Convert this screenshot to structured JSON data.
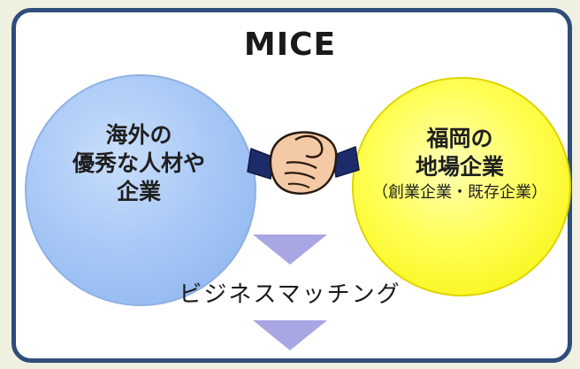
{
  "title": "MICE",
  "left_circle": {
    "line1": "海外の",
    "line2": "優秀な人材や",
    "line3": "企業",
    "color": "#a9c9f6"
  },
  "right_circle": {
    "line1": "福岡の",
    "line2": "地場企業",
    "line3": "（創業企業・既存企業）",
    "color": "#ffff55"
  },
  "connector_icon": "handshake-icon",
  "arrow_color": "#a8a6e3",
  "matching_label": "ビジネスマッチング",
  "frame_border_color": "#2e4d7b"
}
